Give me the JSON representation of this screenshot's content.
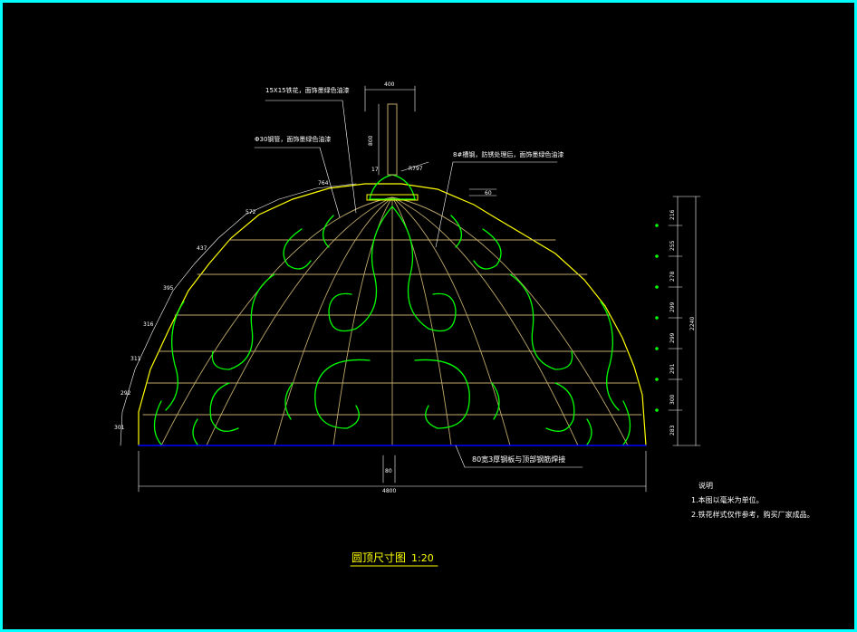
{
  "annotations": {
    "flower": "15X15铁花，面饰墨绿色油漆",
    "pipe": "Φ30钢管，面饰墨绿色油漆",
    "rib": "8#槽钢，防锈处理后，面饰墨绿色油漆",
    "base": "80宽3厚钢板与顶部钢筋焊接"
  },
  "dimensions": {
    "top_width": "400",
    "spire_height": "800",
    "small_17": "17",
    "radius": "R797",
    "cap": "60",
    "bottom_gap": "80",
    "total_width": "4800",
    "total_height": "2240",
    "arc_segments": [
      "764",
      "572",
      "437",
      "395",
      "316",
      "311",
      "292",
      "301"
    ],
    "right_segments": [
      "216",
      "255",
      "278",
      "299",
      "299",
      "291",
      "300",
      "283"
    ]
  },
  "title": {
    "text": "圆顶尺寸图",
    "scale": "1:20"
  },
  "notes": {
    "heading": "说明",
    "items": [
      "1.本图以毫米为单位。",
      "2.铁花样式仅作参考，购买厂家成品。"
    ]
  },
  "colors": {
    "frame": "#00ffff",
    "background": "#000000",
    "ornament": "#00ff00",
    "outline": "#ffff00",
    "ribs": "#bfa86a",
    "base": "#0000ff",
    "text": "#ffffff"
  }
}
